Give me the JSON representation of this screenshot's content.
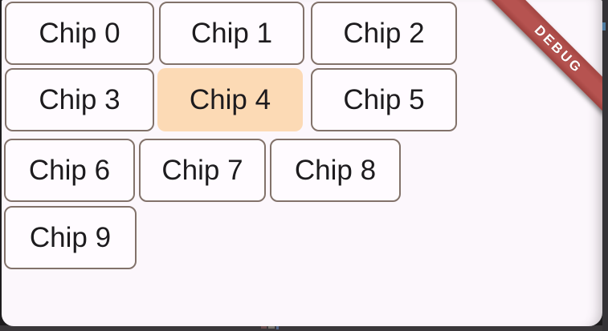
{
  "window": {
    "background_color": "#fcf7fc",
    "frame_color": "#1d1b1d"
  },
  "debug_banner": {
    "label": "DEBUG",
    "color": "#b65350",
    "text_color": "#ffffff"
  },
  "chip_grid": {
    "items": [
      {
        "label": "Chip 0",
        "selected": false
      },
      {
        "label": "Chip 1",
        "selected": false
      },
      {
        "label": "Chip 2",
        "selected": false
      },
      {
        "label": "Chip 3",
        "selected": false
      },
      {
        "label": "Chip 4",
        "selected": true
      },
      {
        "label": "Chip 5",
        "selected": false
      },
      {
        "label": "Chip 6",
        "selected": false
      },
      {
        "label": "Chip 7",
        "selected": false
      },
      {
        "label": "Chip 8",
        "selected": false
      },
      {
        "label": "Chip 9",
        "selected": false
      }
    ],
    "chip_background": "#fffbff",
    "chip_border_color": "#82726a",
    "selected_background": "#fcdab5",
    "text_color": "#1d1b1e"
  }
}
